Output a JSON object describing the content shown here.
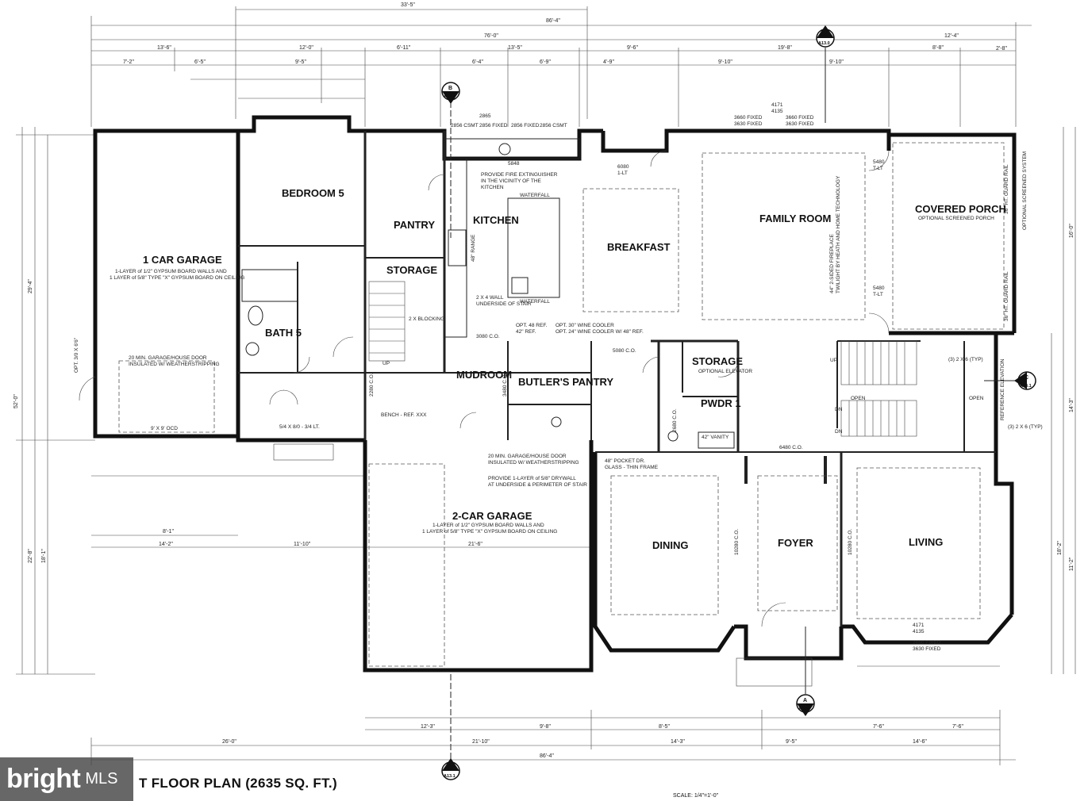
{
  "title": "T FLOOR PLAN (2635 SQ. FT.)",
  "scale": "SCALE: 1/4\"=1'-0\"",
  "watermark": {
    "brand": "bright",
    "suffix": "MLS"
  },
  "rooms": {
    "garage1": "1 CAR GARAGE",
    "garage1_note1": "1-LAYER of 1/2\" GYPSUM BOARD WALLS AND",
    "garage1_note2": "1 LAYER of 5/8\" TYPE \"X\" GYPSUM BOARD ON CEILING",
    "bedroom5": "BEDROOM 5",
    "bath5": "BATH 5",
    "pantry": "PANTRY",
    "storage1": "STORAGE",
    "kitchen": "KITCHEN",
    "breakfast": "BREAKFAST",
    "family": "FAMILY ROOM",
    "porch": "COVERED PORCH",
    "porch_note": "OPTIONAL SCREENED PORCH",
    "mudroom": "MUDROOM",
    "butlers": "BUTLER'S PANTRY",
    "storage2": "STORAGE",
    "storage2_note": "OPTIONAL ELEVATOR",
    "pwdr": "PWDR 1",
    "garage2": "2-CAR GARAGE",
    "garage2_note1": "1-LAYER of 1/2\" GYPSUM BOARD WALLS AND",
    "garage2_note2": "1 LAYER of 5/8\" TYPE \"X\" GYPSUM BOARD ON CEILING",
    "dining": "DINING",
    "foyer": "FOYER",
    "living": "LIVING"
  },
  "notes": {
    "extinguisher1": "PROVIDE FIRE EXTINGUISHER",
    "extinguisher2": "IN THE VICINITY OF THE",
    "extinguisher3": "KITCHEN",
    "garage_door1": "20 MIN. GARAGE/HOUSE DOOR",
    "garage_door2": "INSULATED W/ WEATHERSTRIPPING",
    "garage_door3": "20 MIN. GARAGE/HOUSE DOOR",
    "garage_door4": "INSULATED W/ WEATHERSTRIPPING",
    "drywall1": "PROVIDE 1-LAYER of 5/8\" DRYWALL",
    "drywall2": "AT UNDERSIDE & PERIMETER OF STAIR",
    "bench": "BENCH - REF. XXX",
    "wall_2x4a": "2 X 4 WALL",
    "wall_2x4b": "UNDERSIDE OF STAIR",
    "blocking": "2 X BLOCKING",
    "wine1": "OPT. 30\" WINE COOLER",
    "wine2": "OPT. 24\" WINE COOLER W/ 48\" REF.",
    "ref_opt": "OPT. 48 REF.",
    "ref_42": "42\" REF.",
    "range": "48\" RANGE",
    "waterfall1": "WATERFALL",
    "waterfall2": "WATERFALL",
    "pocket1": "48\" POCKET DR.",
    "pocket2": "GLASS - THIN FRAME",
    "vanity": "42\" VANITY",
    "fireplace1": "44\" 2-SIDED FIREPLACE",
    "fireplace2": "TWILIGHT BY HEATH AND HOME TECHNOLOGY",
    "screen_sys": "OPTIONAL SCREENED SYSTEM",
    "guard1": "36\" HT. GUARD RAIL",
    "guard2": "36\" HT. GUARD RAIL",
    "open1": "OPEN",
    "open2": "OPEN",
    "ref_elev": "REFERENCE ELEVATION",
    "gdoor1": "9' X 9' OCD",
    "gdoor2": "5/4 X 8/0 - 3/4 LT.",
    "opt_door": "OPT. 3/0 X 6'6\"",
    "joist1": "(3) 2 X 6 (TYP)",
    "joist2": "(3) 2 X 6 (TYP)"
  },
  "windows": {
    "k1": "2856 CSMT",
    "k2": "2856 FIXED",
    "k3": "2856 FIXED",
    "k4": "2856 CSMT",
    "k_top": "2865",
    "sink": "5848",
    "f1": "3660 FIXED",
    "f2": "3630 FIXED",
    "f3": "3660 FIXED",
    "f4": "3630 FIXED",
    "f_top1": "4171",
    "f_top2": "4135",
    "l1": "3660 FIXED",
    "l2": "3630 FIXED",
    "l_top1": "4171",
    "l_top2": "4135",
    "p1": "5480",
    "p1b": "T-LT",
    "p2": "5480",
    "p2b": "T-LT",
    "d6080": "6080",
    "d6080b": "1-LT",
    "co3080": "3080 C.O.",
    "co5080": "5080 C.O.",
    "co2680": "2680 C.O.",
    "co6480": "6480 C.O.",
    "co3480": "3480 C.O.",
    "co2280": "2280 C.O.",
    "co10280a": "10280 C.O.",
    "co10280b": "10280 C.O."
  },
  "dims": {
    "top1": "33'-5\"",
    "top2": "86'-4\"",
    "top3": "76'-0\"",
    "top4": "12'-4\"",
    "r2a": "13'-6\"",
    "r2b": "12'-0\"",
    "r2c": "6'-11\"",
    "r2d": "13'-5\"",
    "r2e": "9'-6\"",
    "r2f": "19'-8\"",
    "r2g": "8'-8\"",
    "r3a": "7'-2\"",
    "r3b": "6'-5\"",
    "r3c": "9'-5\"",
    "r3d": "6'-4\"",
    "r3e": "6'-9\"",
    "r3f": "4'-9\"",
    "r3g": "9'-10\"",
    "r3h": "9'-10\"",
    "r3i": "2'-8\"",
    "b1": "26'-0\"",
    "b2": "21'-10\"",
    "b3": "86'-4\"",
    "b4": "14'-3\"",
    "b5": "9'-5\"",
    "b6": "14'-6\"",
    "b7": "12'-3\"",
    "b8": "9'-8\"",
    "b9": "8'-5\"",
    "b10": "7'-6\"",
    "b11": "7'-6\"",
    "m1": "14'-2\"",
    "m2": "11'-10\"",
    "m3": "21'-6\"",
    "m4": "8'-1\"",
    "left1": "29'-4\"",
    "left2": "52'-0\"",
    "left3": "22'-8\"",
    "left4": "18'-1\"",
    "right1": "16'-0\"",
    "right2": "14'-3\"",
    "right3": "18'-2\"",
    "right4": "11'-2\""
  },
  "section_tags": {
    "a_top_l": "A",
    "a_top_n": "A13.0",
    "b_top_l": "B",
    "b_top_n": "A13.1",
    "c_l": "C",
    "c_n": "A13.1",
    "a_bot_l": "A",
    "a_bot_n": "A13.0",
    "b_bot_l": "B",
    "b_bot_n": "A13.1"
  },
  "dn_up": {
    "up1": "UP",
    "up2": "UP",
    "dn1": "DN",
    "dn2": "DN"
  }
}
